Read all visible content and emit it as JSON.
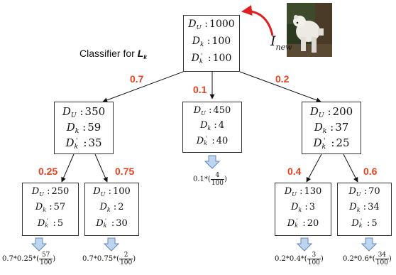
{
  "classifier_label": {
    "prefix": "Classifier for",
    "var": "L",
    "sub": "k"
  },
  "new_instance": {
    "var": "I",
    "sub": "new"
  },
  "nodes": [
    {
      "id": "root",
      "DU": "1000",
      "Dk": "100",
      "Dk_prime": "100"
    },
    {
      "id": "l",
      "DU": "350",
      "Dk": "59",
      "Dk_prime": "35"
    },
    {
      "id": "m",
      "DU": "450",
      "Dk": "4",
      "Dk_prime": "40"
    },
    {
      "id": "r",
      "DU": "200",
      "Dk": "37",
      "Dk_prime": "25"
    },
    {
      "id": "ll",
      "DU": "250",
      "Dk": "57",
      "Dk_prime": "5"
    },
    {
      "id": "lr",
      "DU": "100",
      "Dk": "2",
      "Dk_prime": "30"
    },
    {
      "id": "rl",
      "DU": "130",
      "Dk": "3",
      "Dk_prime": "20"
    },
    {
      "id": "rr",
      "DU": "70",
      "Dk": "34",
      "Dk_prime": "5"
    }
  ],
  "edge_weights": {
    "root_l": "0.7",
    "root_m": "0.1",
    "root_r": "0.2",
    "l_ll": "0.25",
    "l_lr": "0.75",
    "r_rl": "0.4",
    "r_rr": "0.6"
  },
  "formulas": {
    "m": {
      "prefix": "0.1*(",
      "num": "4",
      "den": "100",
      "suffix": ")"
    },
    "ll": {
      "prefix": "0.7*0.25*(",
      "num": "57",
      "den": "100",
      "suffix": ")"
    },
    "lr": {
      "prefix": "0.7*0.75*(",
      "num": "2",
      "den": "100",
      "suffix": ")"
    },
    "rl": {
      "prefix": "0.2*0.4*(",
      "num": "3",
      "den": "100",
      "suffix": ")"
    },
    "rr": {
      "prefix": "0.2*0.6*(",
      "num": "34",
      "den": "100",
      "suffix": ")"
    }
  },
  "symbols": {
    "D": "D",
    "U": "U",
    "k": "k",
    "colon": ":",
    "prime": "'"
  },
  "colors": {
    "weight": "#e8401e",
    "arrow_red": "#e02020",
    "down_arrow_fill": "#bcd6ef",
    "down_arrow_stroke": "#5f87b8"
  }
}
